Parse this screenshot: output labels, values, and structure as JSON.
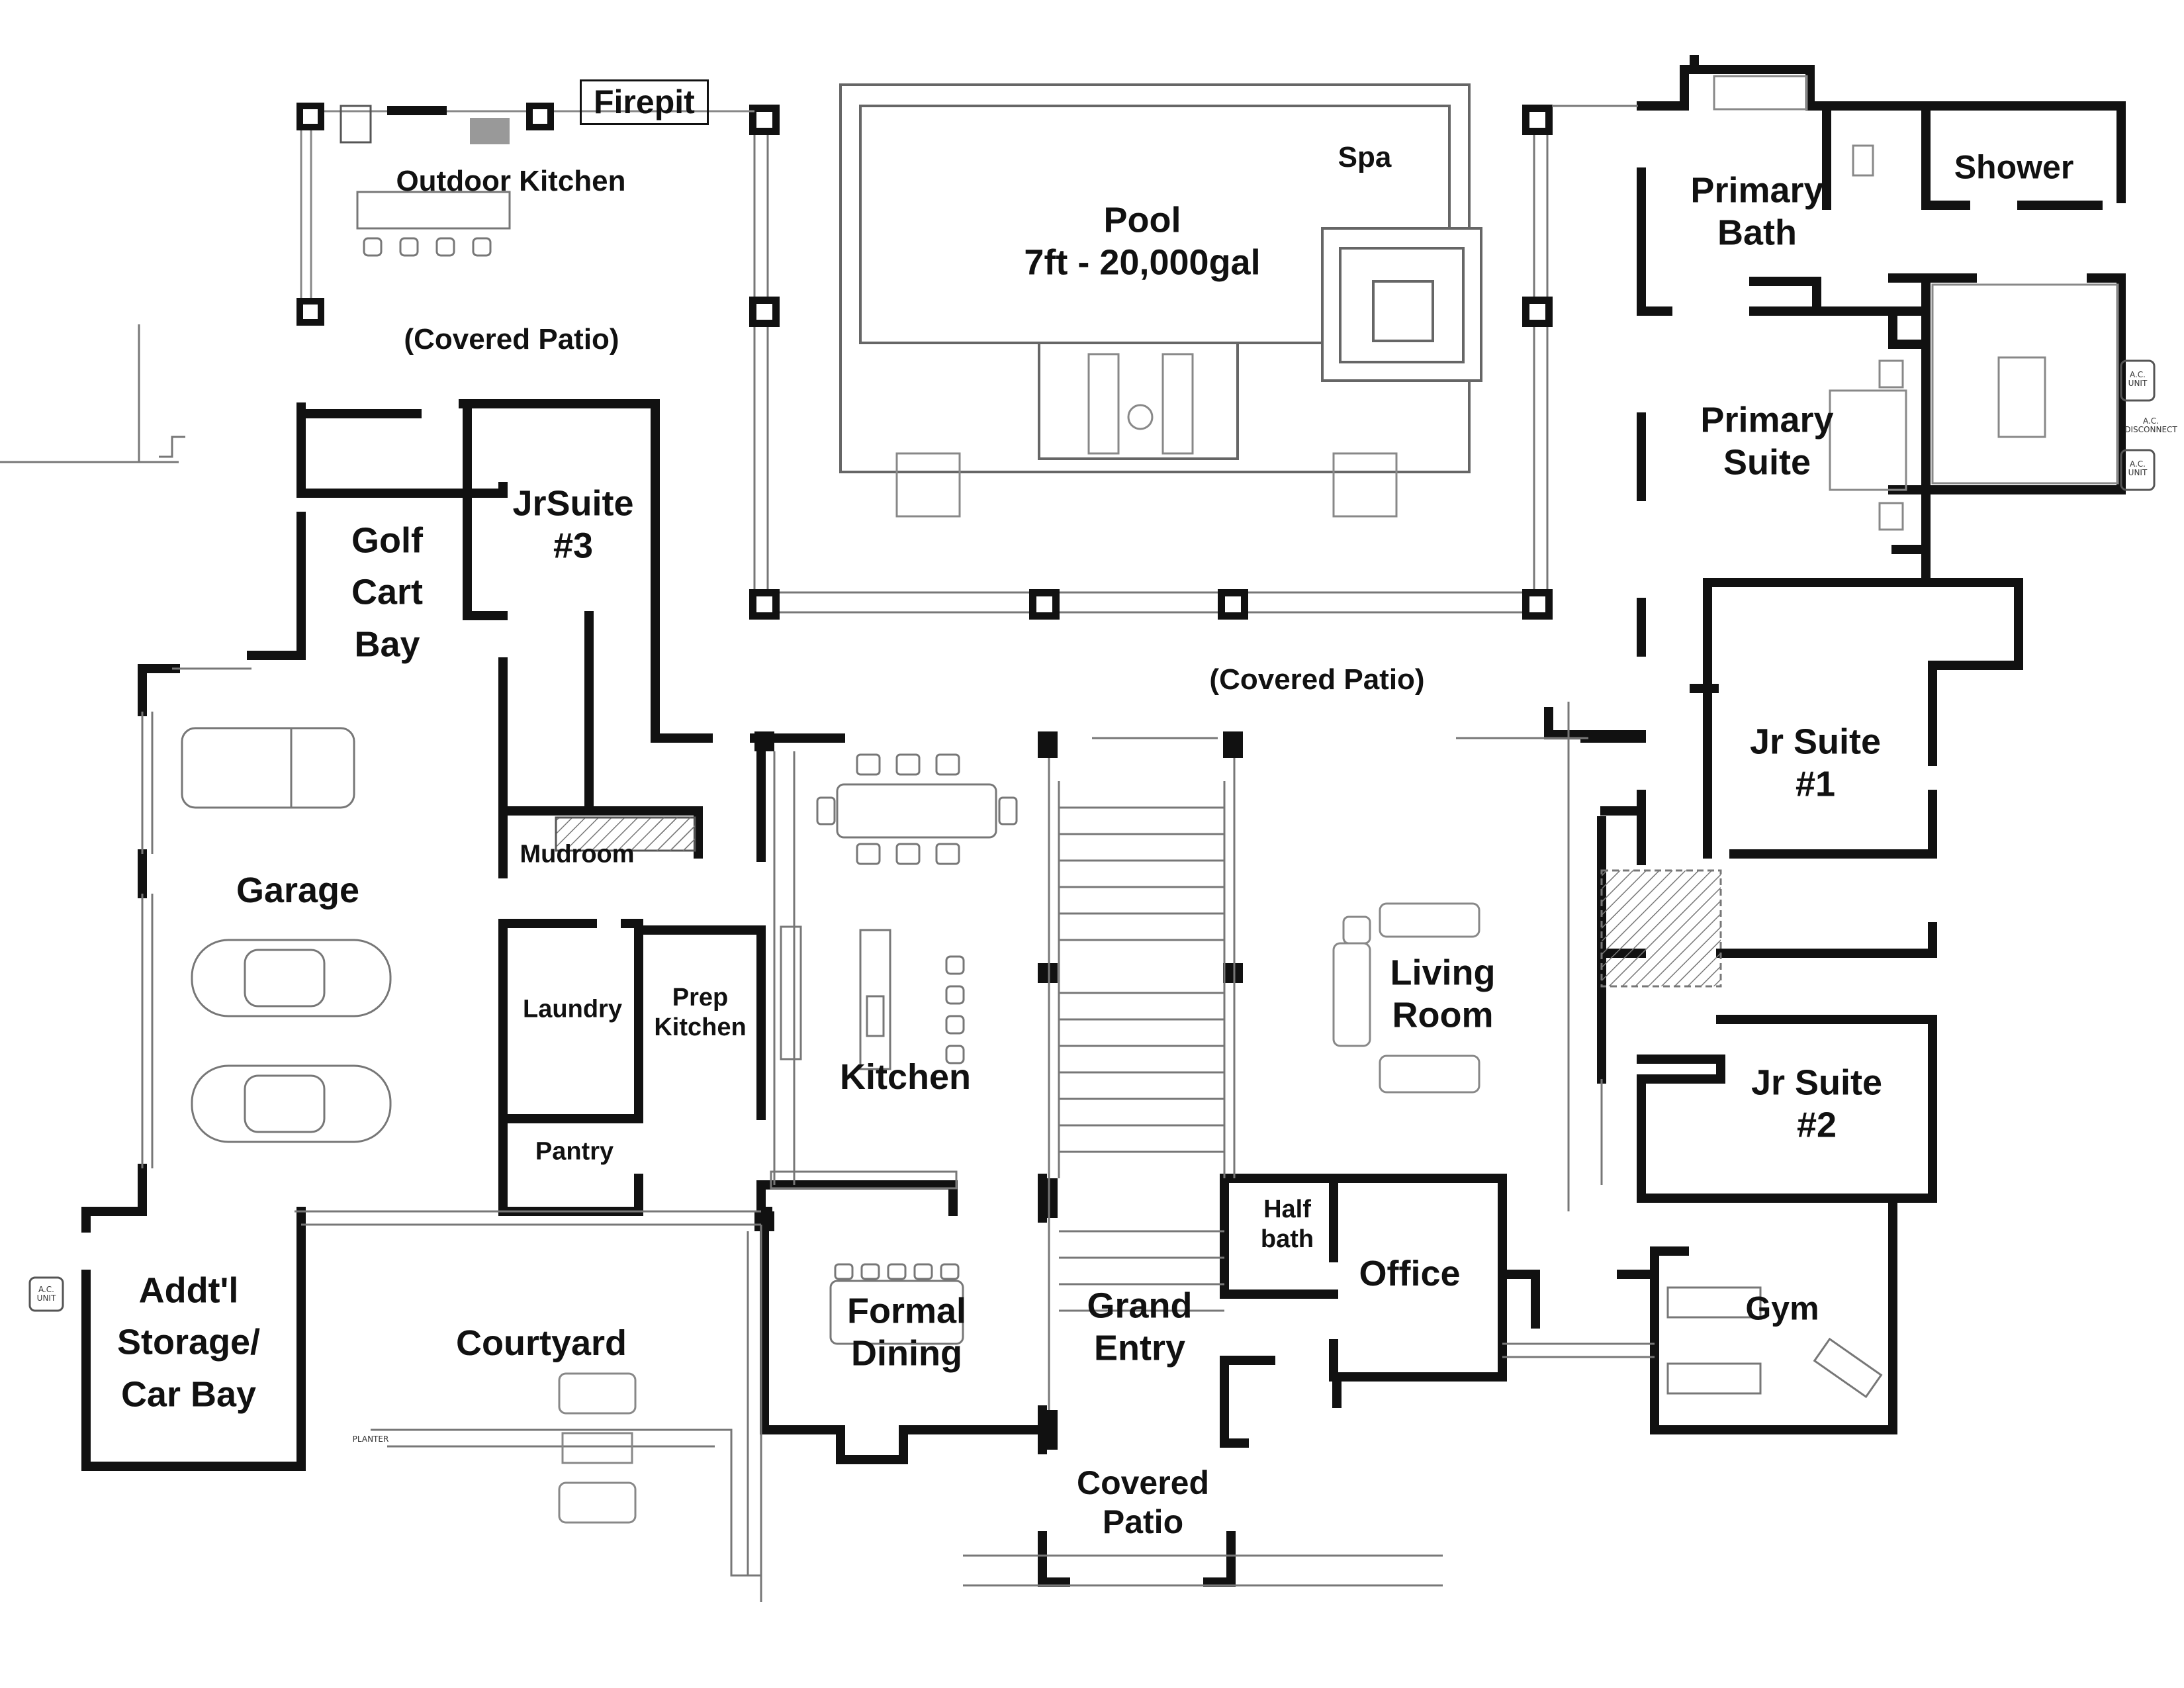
{
  "rooms": {
    "firepit": "Firepit",
    "outdoor_kitchen": "Outdoor Kitchen",
    "covered_patio_top": "(Covered Patio)",
    "spa": "Spa",
    "pool_line1": "Pool",
    "pool_line2": "7ft - 20,000gal",
    "primary_bath_line1": "Primary",
    "primary_bath_line2": "Bath",
    "shower": "Shower",
    "primary_suite_line1": "Primary",
    "primary_suite_line2": "Suite",
    "golf_line1": "Golf",
    "golf_line2": "Cart",
    "golf_line3": "Bay",
    "jrsuite3_line1": "JrSuite",
    "jrsuite3_line2": "#3",
    "covered_patio_mid": "(Covered Patio)",
    "jr1_line1": "Jr Suite",
    "jr1_line2": "#1",
    "mudroom": "Mudroom",
    "garage": "Garage",
    "laundry": "Laundry",
    "prep_line1": "Prep",
    "prep_line2": "Kitchen",
    "kitchen": "Kitchen",
    "living_line1": "Living",
    "living_line2": "Room",
    "jr2_line1": "Jr Suite",
    "jr2_line2": "#2",
    "pantry": "Pantry",
    "half_line1": "Half",
    "half_line2": "bath",
    "office": "Office",
    "gym": "Gym",
    "addtl_line1": "Addt'l",
    "addtl_line2": "Storage/",
    "addtl_line3": "Car Bay",
    "courtyard": "Courtyard",
    "formal_line1": "Formal",
    "formal_line2": "Dining",
    "grand_line1": "Grand",
    "grand_line2": "Entry",
    "cov_front_line1": "Covered",
    "cov_front_line2": "Patio"
  },
  "annotations": {
    "ac_unit_1": "A.C. UNIT",
    "ac_disconnect": "A.C. DISCONNECT",
    "ac_unit_2": "A.C. UNIT",
    "ac_unit_3": "A.C. UNIT",
    "planter": "PLANTER"
  },
  "colors": {
    "wall": "#111111",
    "thin_line": "#555555",
    "light_line": "#9a9a9a",
    "hatch": "#777777"
  }
}
